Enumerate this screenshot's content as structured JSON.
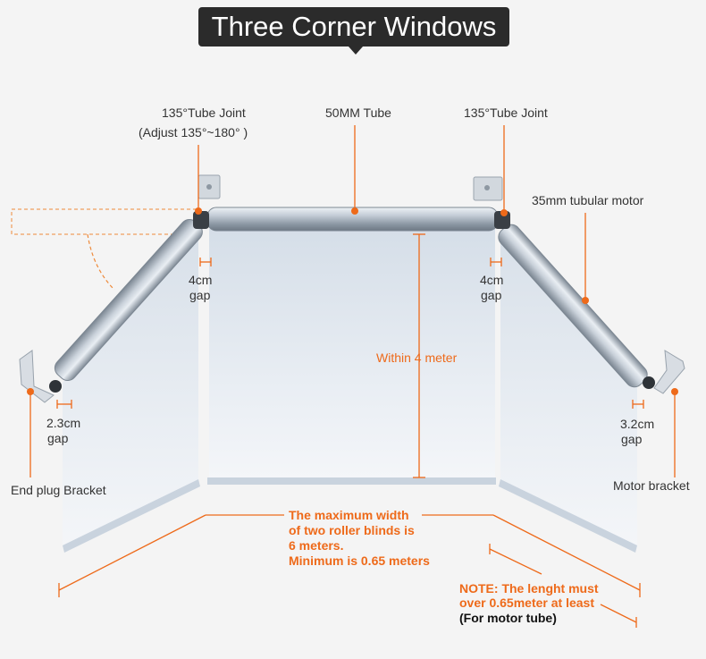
{
  "title": "Three Corner Windows",
  "labels": {
    "joint_left": "135°Tube Joint",
    "joint_left_adjust": "(Adjust 135°~180° )",
    "tube_center": "50MM Tube",
    "joint_right": "135°Tube Joint",
    "motor": "35mm tubular motor",
    "gap_left_value": "4cm",
    "gap_left_word": "gap",
    "gap_right_value": "4cm",
    "gap_right_word": "gap",
    "height": "Within 4 meter",
    "gap_end_value": "2.3cm",
    "gap_end_word": "gap",
    "gap_motor_value": "3.2cm",
    "gap_motor_word": "gap",
    "end_plug": "End plug Bracket",
    "motor_bracket": "Motor bracket"
  },
  "notes": {
    "width_line1": "The maximum width",
    "width_line2": "of two roller blinds is",
    "width_line3": "6 meters.",
    "width_line4": "Minimum  is 0.65 meters",
    "motor_line1": "NOTE: The lenght must",
    "motor_line2": "over 0.65meter at least",
    "motor_line3": "(For motor tube)"
  },
  "colors": {
    "accent": "#ee6a1a",
    "title_bg": "#2b2b2b",
    "tube": "#a9b6c3",
    "blind": "#dfe6ee"
  }
}
